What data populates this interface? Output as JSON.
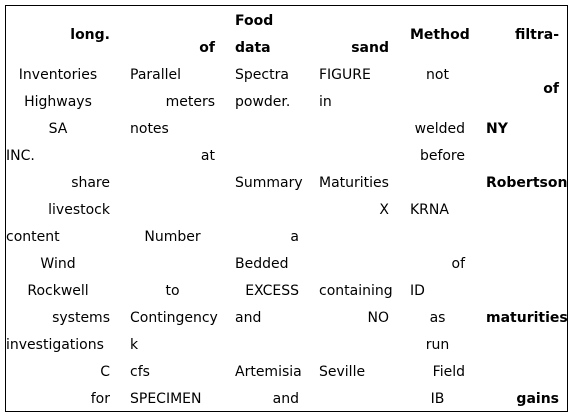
{
  "header": {
    "col1": "long.",
    "col2": "of",
    "col3_top": "Food",
    "col3_bottom": "data",
    "col4": "sand",
    "col5": "Method",
    "col6_top": "filtra-",
    "col6_bottom": "of"
  },
  "rows": [
    [
      "Inventories",
      "Parallel",
      "Spectra",
      "FIGURE",
      "not",
      ""
    ],
    [
      "Highways",
      "meters",
      "powder.",
      "in",
      "",
      ""
    ],
    [
      "SA",
      "notes",
      "",
      "",
      "welded",
      "NY"
    ],
    [
      "INC.",
      "at",
      "",
      "",
      "before",
      ""
    ],
    [
      "share",
      "",
      "Summary",
      "Maturities",
      "",
      "Robertson"
    ],
    [
      "livestock",
      "",
      "",
      "X",
      "KRNA",
      ""
    ],
    [
      "content",
      "Number",
      "a",
      "",
      "",
      ""
    ],
    [
      "Wind",
      "",
      "Bedded",
      "",
      "of",
      ""
    ],
    [
      "Rockwell",
      "to",
      "EXCESS",
      "containing",
      "ID",
      ""
    ],
    [
      "systems",
      "Contingency",
      "and",
      "NO",
      "as",
      "maturities"
    ],
    [
      "investigations",
      "k",
      "",
      "",
      "run",
      ""
    ],
    [
      "C",
      "cfs",
      "Artemisia",
      "Seville",
      "Field",
      ""
    ],
    [
      "for",
      "SPECIMEN",
      "and",
      "",
      "IB",
      "gains"
    ]
  ]
}
